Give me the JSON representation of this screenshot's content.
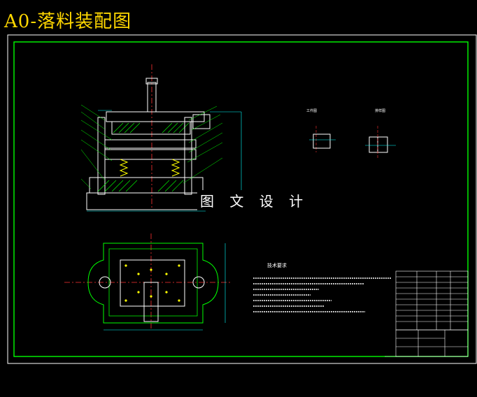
{
  "title": "A0-落料装配图",
  "watermark": "图 文 设 计",
  "colors": {
    "background": "#000000",
    "title": "#ffd700",
    "frame": "#00ff00",
    "part_line": "#ffffff",
    "hatch": "#00ff00",
    "dimension": "#00ffff",
    "center_line": "#ff3333",
    "spring": "#ffff00",
    "note_text": "#ffffff"
  },
  "tech_requirements_heading": "技术要求",
  "view_labels": {
    "part_view": "工件图",
    "layout_view": "排样图"
  }
}
